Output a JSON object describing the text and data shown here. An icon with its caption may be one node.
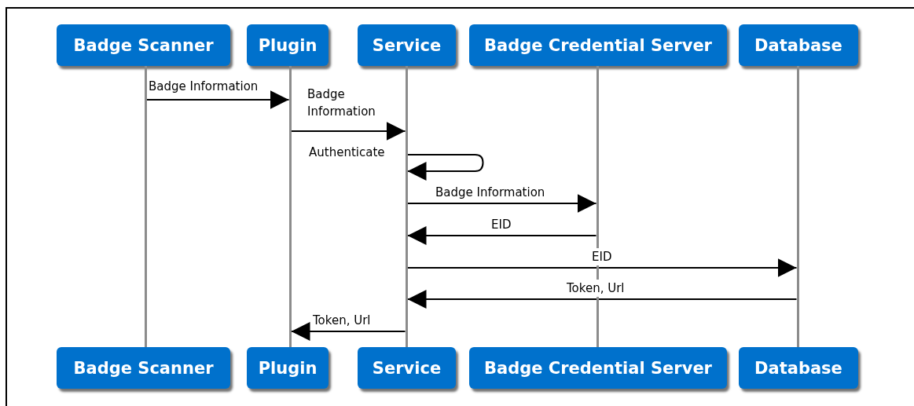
{
  "diagram": {
    "nodes": [
      {
        "text": [
          "Badge Scanner"
        ]
      },
      {
        "text": [
          "Plugin"
        ]
      },
      {
        "text": [
          "Service"
        ]
      },
      {
        "text": [
          "Badge Credential Server"
        ]
      },
      {
        "text": [
          "Database"
        ]
      },
      {
        "text": [],
        "shape": "bar"
      },
      {
        "text": [],
        "shape": "bar"
      },
      {
        "text": [],
        "shape": "bar"
      },
      {
        "text": [],
        "shape": "bar"
      },
      {
        "text": [],
        "shape": "bar"
      },
      {
        "text": [
          "Badge Scanner"
        ]
      },
      {
        "text": [
          "Plugin"
        ]
      },
      {
        "text": [
          "Service"
        ]
      },
      {
        "text": [
          "Badge Credential Server"
        ]
      },
      {
        "text": [
          "Database"
        ]
      }
    ],
    "edges": [
      {
        "from": 5,
        "to": 6,
        "arrow": "to",
        "label": "Badge Information"
      },
      {
        "from": 6,
        "to": 7,
        "arrow": "to",
        "label": "Badge Information"
      },
      {
        "from": 7,
        "to": 7,
        "arrow": "to",
        "label": "Authenticate"
      },
      {
        "from": 7,
        "to": 8,
        "arrow": "to",
        "label": "Badge Information"
      },
      {
        "from": 8,
        "to": 7,
        "arrow": "to",
        "label": "EID"
      },
      {
        "from": 7,
        "to": 9,
        "arrow": "to",
        "label": "EID"
      },
      {
        "from": 9,
        "to": 7,
        "arrow": "to",
        "label": "Token, Url"
      },
      {
        "from": 7,
        "to": 6,
        "arrow": "to",
        "label": "Token, Url"
      }
    ]
  }
}
